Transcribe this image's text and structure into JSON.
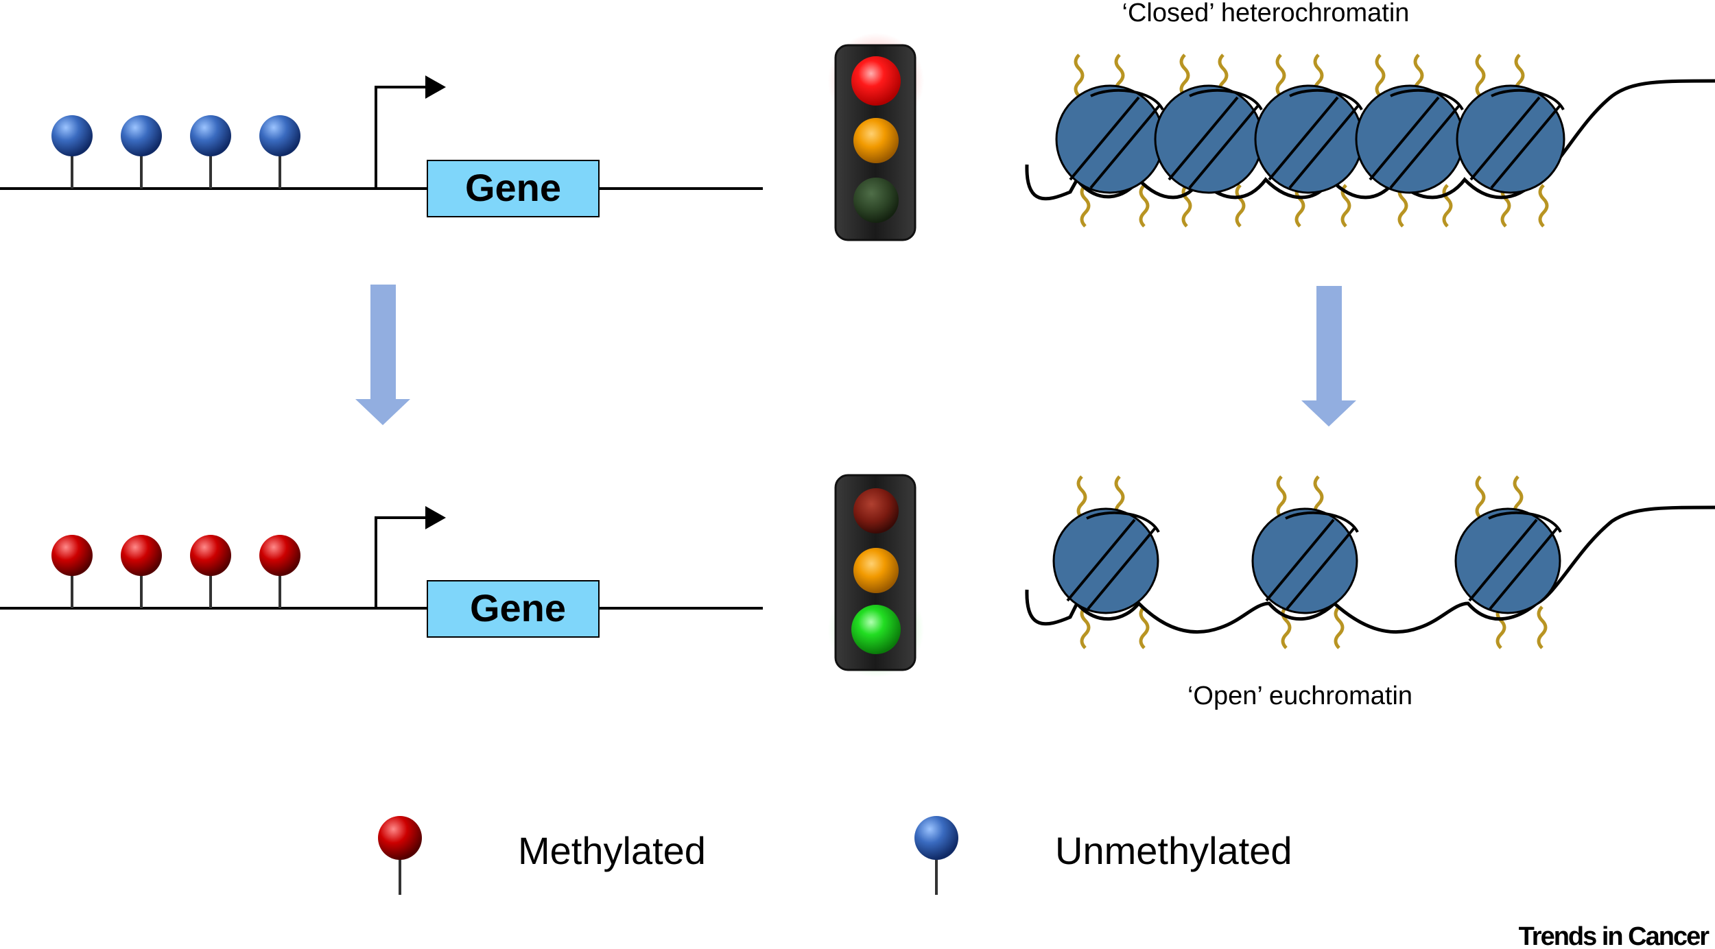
{
  "gene_label": "Gene",
  "heterochromatin_label": "‘Closed’ heterochromatin",
  "euchromatin_label": "‘Open’ euchromatin",
  "legend": {
    "methylated": "Methylated",
    "unmethylated": "Unmethylated"
  },
  "brand": "Trends in Cancer",
  "colors": {
    "methylated_pin": "#cc0000",
    "unmethylated_pin": "#3a6bc0",
    "gene_box": "#7fd6fa",
    "arrow": "#92aee0",
    "nucleosome": "#41709e",
    "histone_tail": "#b89422",
    "light_red_on": "#ff1a1a",
    "light_amber": "#f29a00",
    "light_green_on": "#22dd22"
  },
  "panels": {
    "top": {
      "pin_state": "unmethylated",
      "traffic_light": "red",
      "chromatin": "closed"
    },
    "bottom": {
      "pin_state": "methylated",
      "traffic_light": "green",
      "chromatin": "open"
    }
  }
}
